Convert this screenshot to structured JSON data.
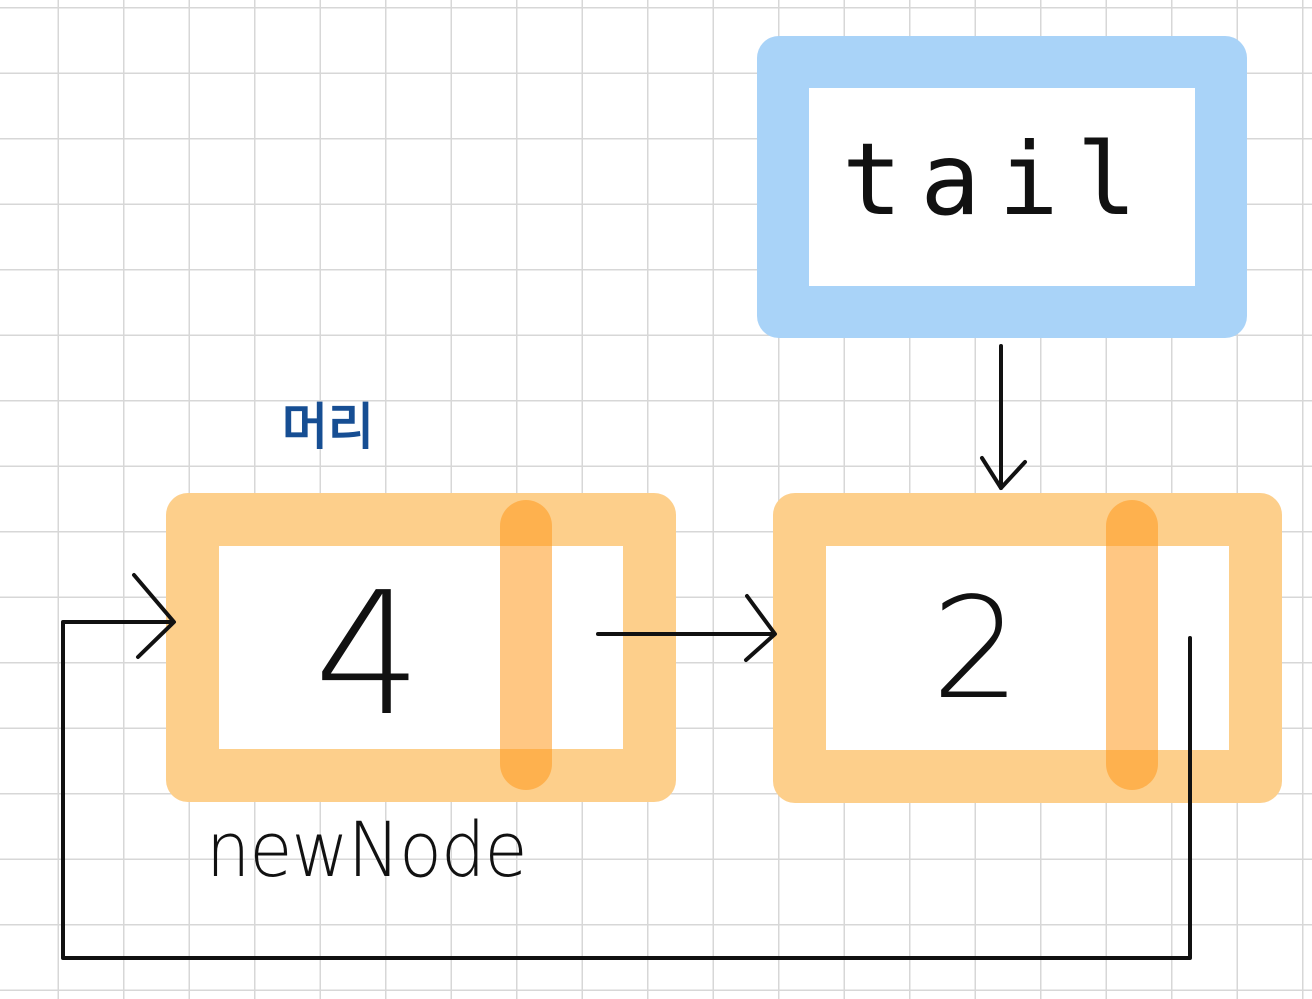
{
  "diagram": {
    "tail_label": "tail",
    "head_label": "머리",
    "new_node_label": "newNode",
    "nodes": [
      {
        "value": "4"
      },
      {
        "value": "2"
      }
    ]
  },
  "colors": {
    "tail_box": "#80bef5",
    "node_box": "#fcb854",
    "node_divider": "#ff9a28",
    "head_label": "#164e93",
    "ink": "#111111",
    "grid": "#d7d7d7"
  }
}
